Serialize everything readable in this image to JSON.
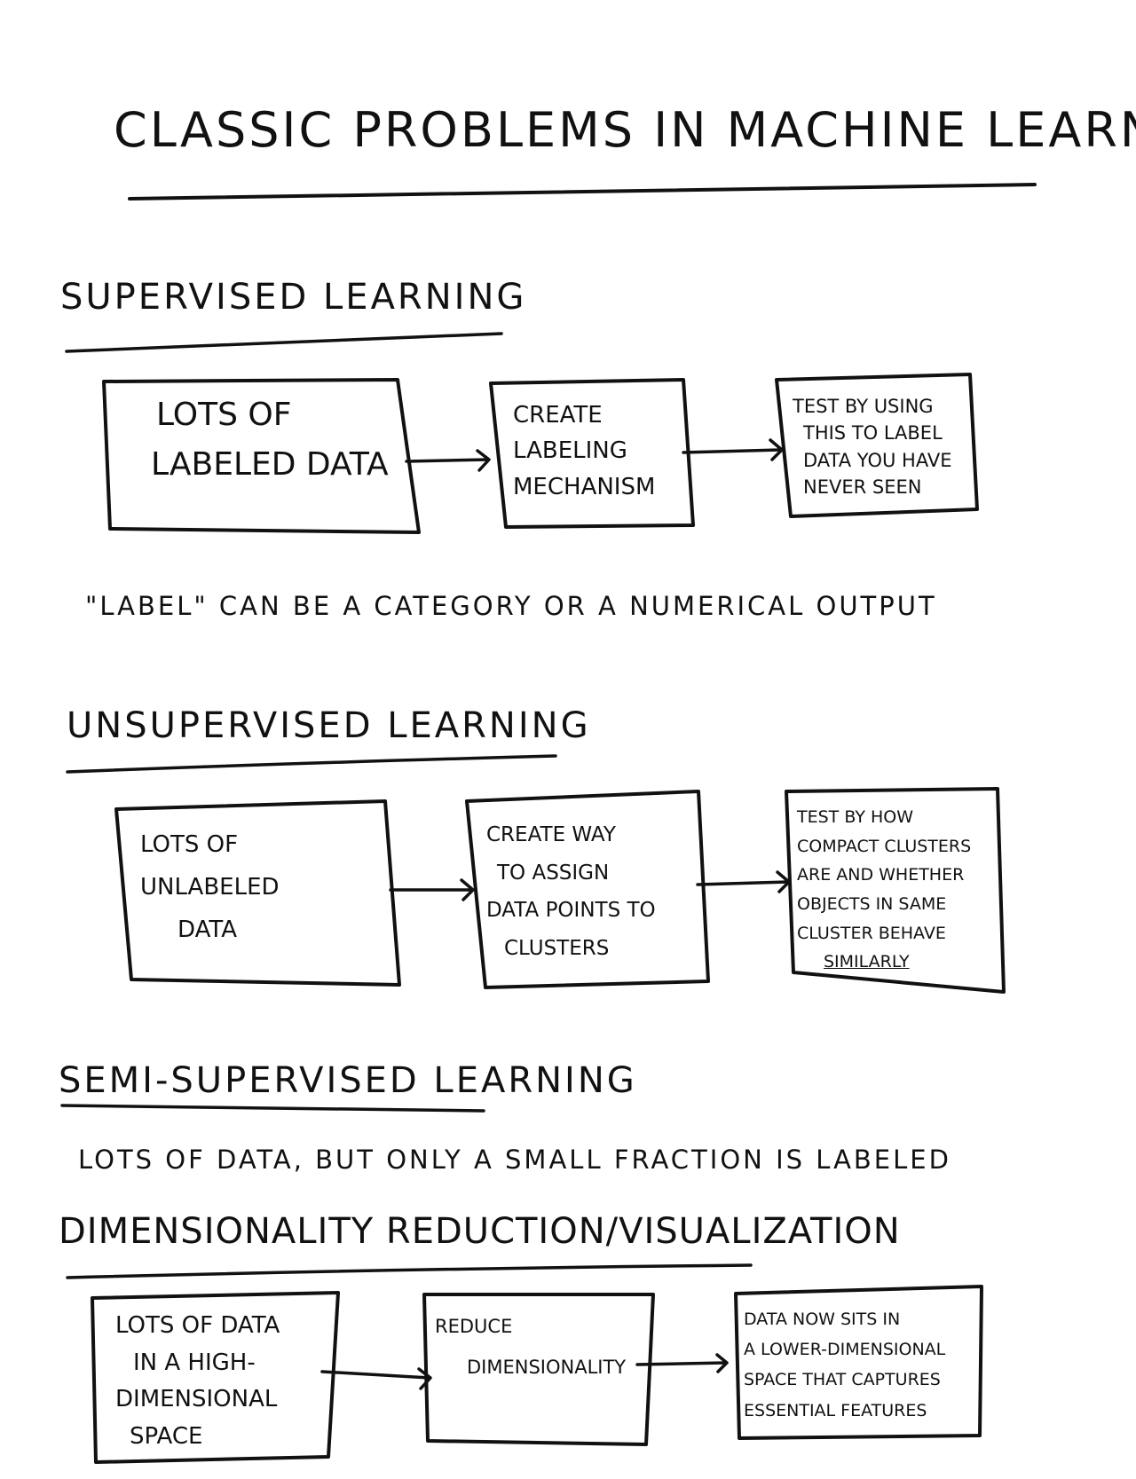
{
  "title": "Classic Problems in Machine Learning",
  "sections": {
    "supervised": {
      "heading": "Supervised Learning",
      "boxes": [
        {
          "lines": [
            "Lots of",
            "Labeled Data"
          ]
        },
        {
          "lines": [
            "Create",
            "Labeling",
            "Mechanism"
          ]
        },
        {
          "lines": [
            "Test by using",
            "this to label",
            "data you have",
            "never seen"
          ]
        }
      ],
      "note": "\"Label\" can be a category or a numerical output"
    },
    "unsupervised": {
      "heading": "Unsupervised Learning",
      "boxes": [
        {
          "lines": [
            "Lots of",
            "Unlabeled",
            "Data"
          ]
        },
        {
          "lines": [
            "Create way",
            "to assign",
            "data points to",
            "clusters"
          ]
        },
        {
          "lines": [
            "Test by how",
            "compact clusters",
            "are and whether",
            "objects in same",
            "cluster behave",
            "similarly"
          ]
        }
      ]
    },
    "semi_supervised": {
      "heading": "Semi-Supervised Learning",
      "note": "Lots of data, but only a small fraction is labeled"
    },
    "dimensionality": {
      "heading": "Dimensionality Reduction/Visualization",
      "boxes": [
        {
          "lines": [
            "Lots of data",
            "in a high-",
            "dimensional",
            "space"
          ]
        },
        {
          "lines": [
            "Reduce",
            "Dimensionality"
          ]
        },
        {
          "lines": [
            "Data now sits in",
            "a lower-dimensional",
            "space that captures",
            "essential features"
          ]
        }
      ]
    }
  }
}
